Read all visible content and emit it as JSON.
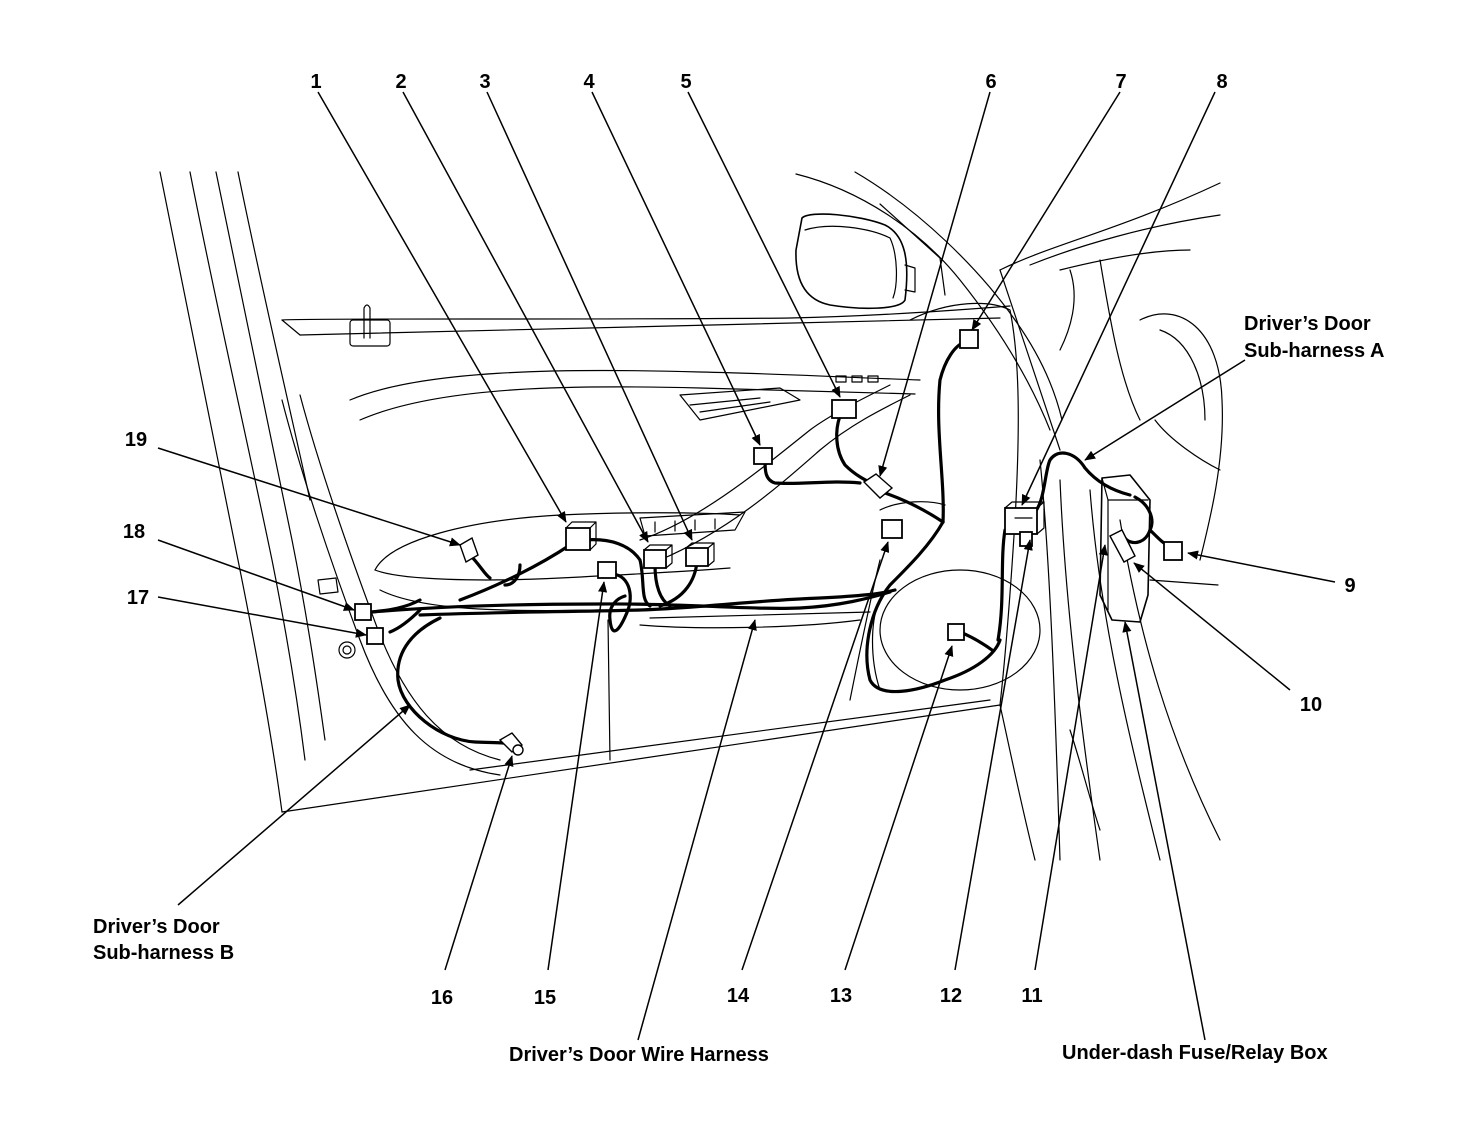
{
  "callout_numbers": [
    "1",
    "2",
    "3",
    "4",
    "5",
    "6",
    "7",
    "8",
    "9",
    "10",
    "11",
    "12",
    "13",
    "14",
    "15",
    "16",
    "17",
    "18",
    "19"
  ],
  "labels": {
    "sub_harness_a_line1": "Driver’s Door",
    "sub_harness_a_line2": "Sub-harness A",
    "sub_harness_b_line1": "Driver’s Door",
    "sub_harness_b_line2": "Sub-harness B",
    "door_wire_harness": "Driver’s Door Wire Harness",
    "fuse_relay_box": "Under-dash Fuse/Relay Box"
  }
}
